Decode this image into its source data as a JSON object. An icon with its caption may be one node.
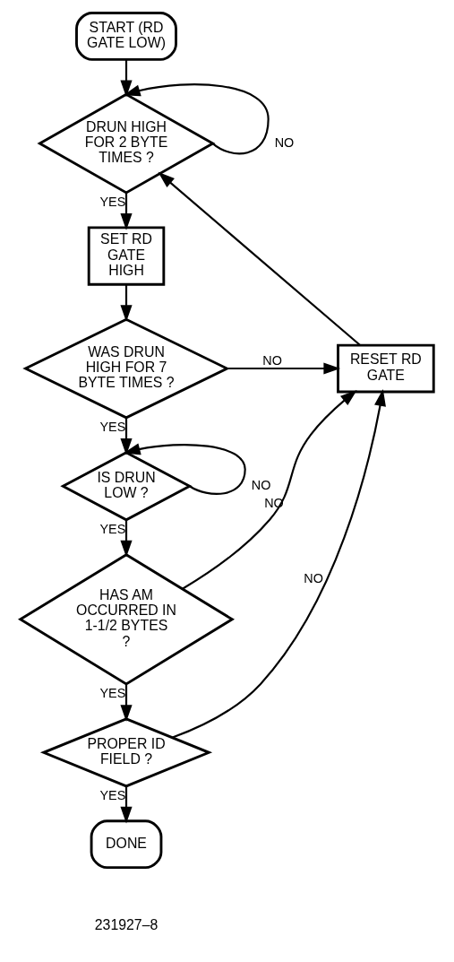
{
  "diagram": {
    "nodes": [
      {
        "text": [
          "START (RD GATE LOW)"
        ]
      },
      {
        "text": [
          "DRUN HIGH FOR 2 BYTE TIMES ?"
        ]
      },
      {
        "text": [
          "SET RD GATE HIGH"
        ]
      },
      {
        "text": [
          "WAS DRUN HIGH FOR 7 BYTE TIMES ?"
        ]
      },
      {
        "text": [
          "RESET RD GATE"
        ]
      },
      {
        "text": [
          "IS DRUN LOW ?"
        ]
      },
      {
        "text": [
          "HAS AM OCCURRED IN 1-1/2 BYTES ?"
        ]
      },
      {
        "text": [
          "PROPER ID FIELD ?"
        ]
      },
      {
        "text": [
          "DONE"
        ]
      }
    ],
    "edges": [
      {
        "from": 0,
        "to": 1,
        "arrow": "to"
      },
      {
        "from": 1,
        "to": 1,
        "arrow": "to",
        "label": "NO"
      },
      {
        "from": 4,
        "to": 1,
        "arrow": "to"
      },
      {
        "from": 1,
        "to": 2,
        "arrow": "to",
        "label": "YES"
      },
      {
        "from": 2,
        "to": 3,
        "arrow": "to"
      },
      {
        "from": 3,
        "to": 4,
        "arrow": "to",
        "label": "NO"
      },
      {
        "from": 3,
        "to": 5,
        "arrow": "to",
        "label": "YES"
      },
      {
        "from": 5,
        "to": 5,
        "arrow": "to",
        "label": "NO"
      },
      {
        "from": 5,
        "to": 6,
        "arrow": "to",
        "label": "YES"
      },
      {
        "from": 6,
        "to": 4,
        "arrow": "to",
        "label": "NO"
      },
      {
        "from": 6,
        "to": 7,
        "arrow": "to",
        "label": "YES"
      },
      {
        "from": 7,
        "to": 4,
        "arrow": "to",
        "label": "NO"
      },
      {
        "from": 7,
        "to": 8,
        "arrow": "to",
        "label": "YES"
      }
    ],
    "labels": [
      "231927–8"
    ]
  }
}
